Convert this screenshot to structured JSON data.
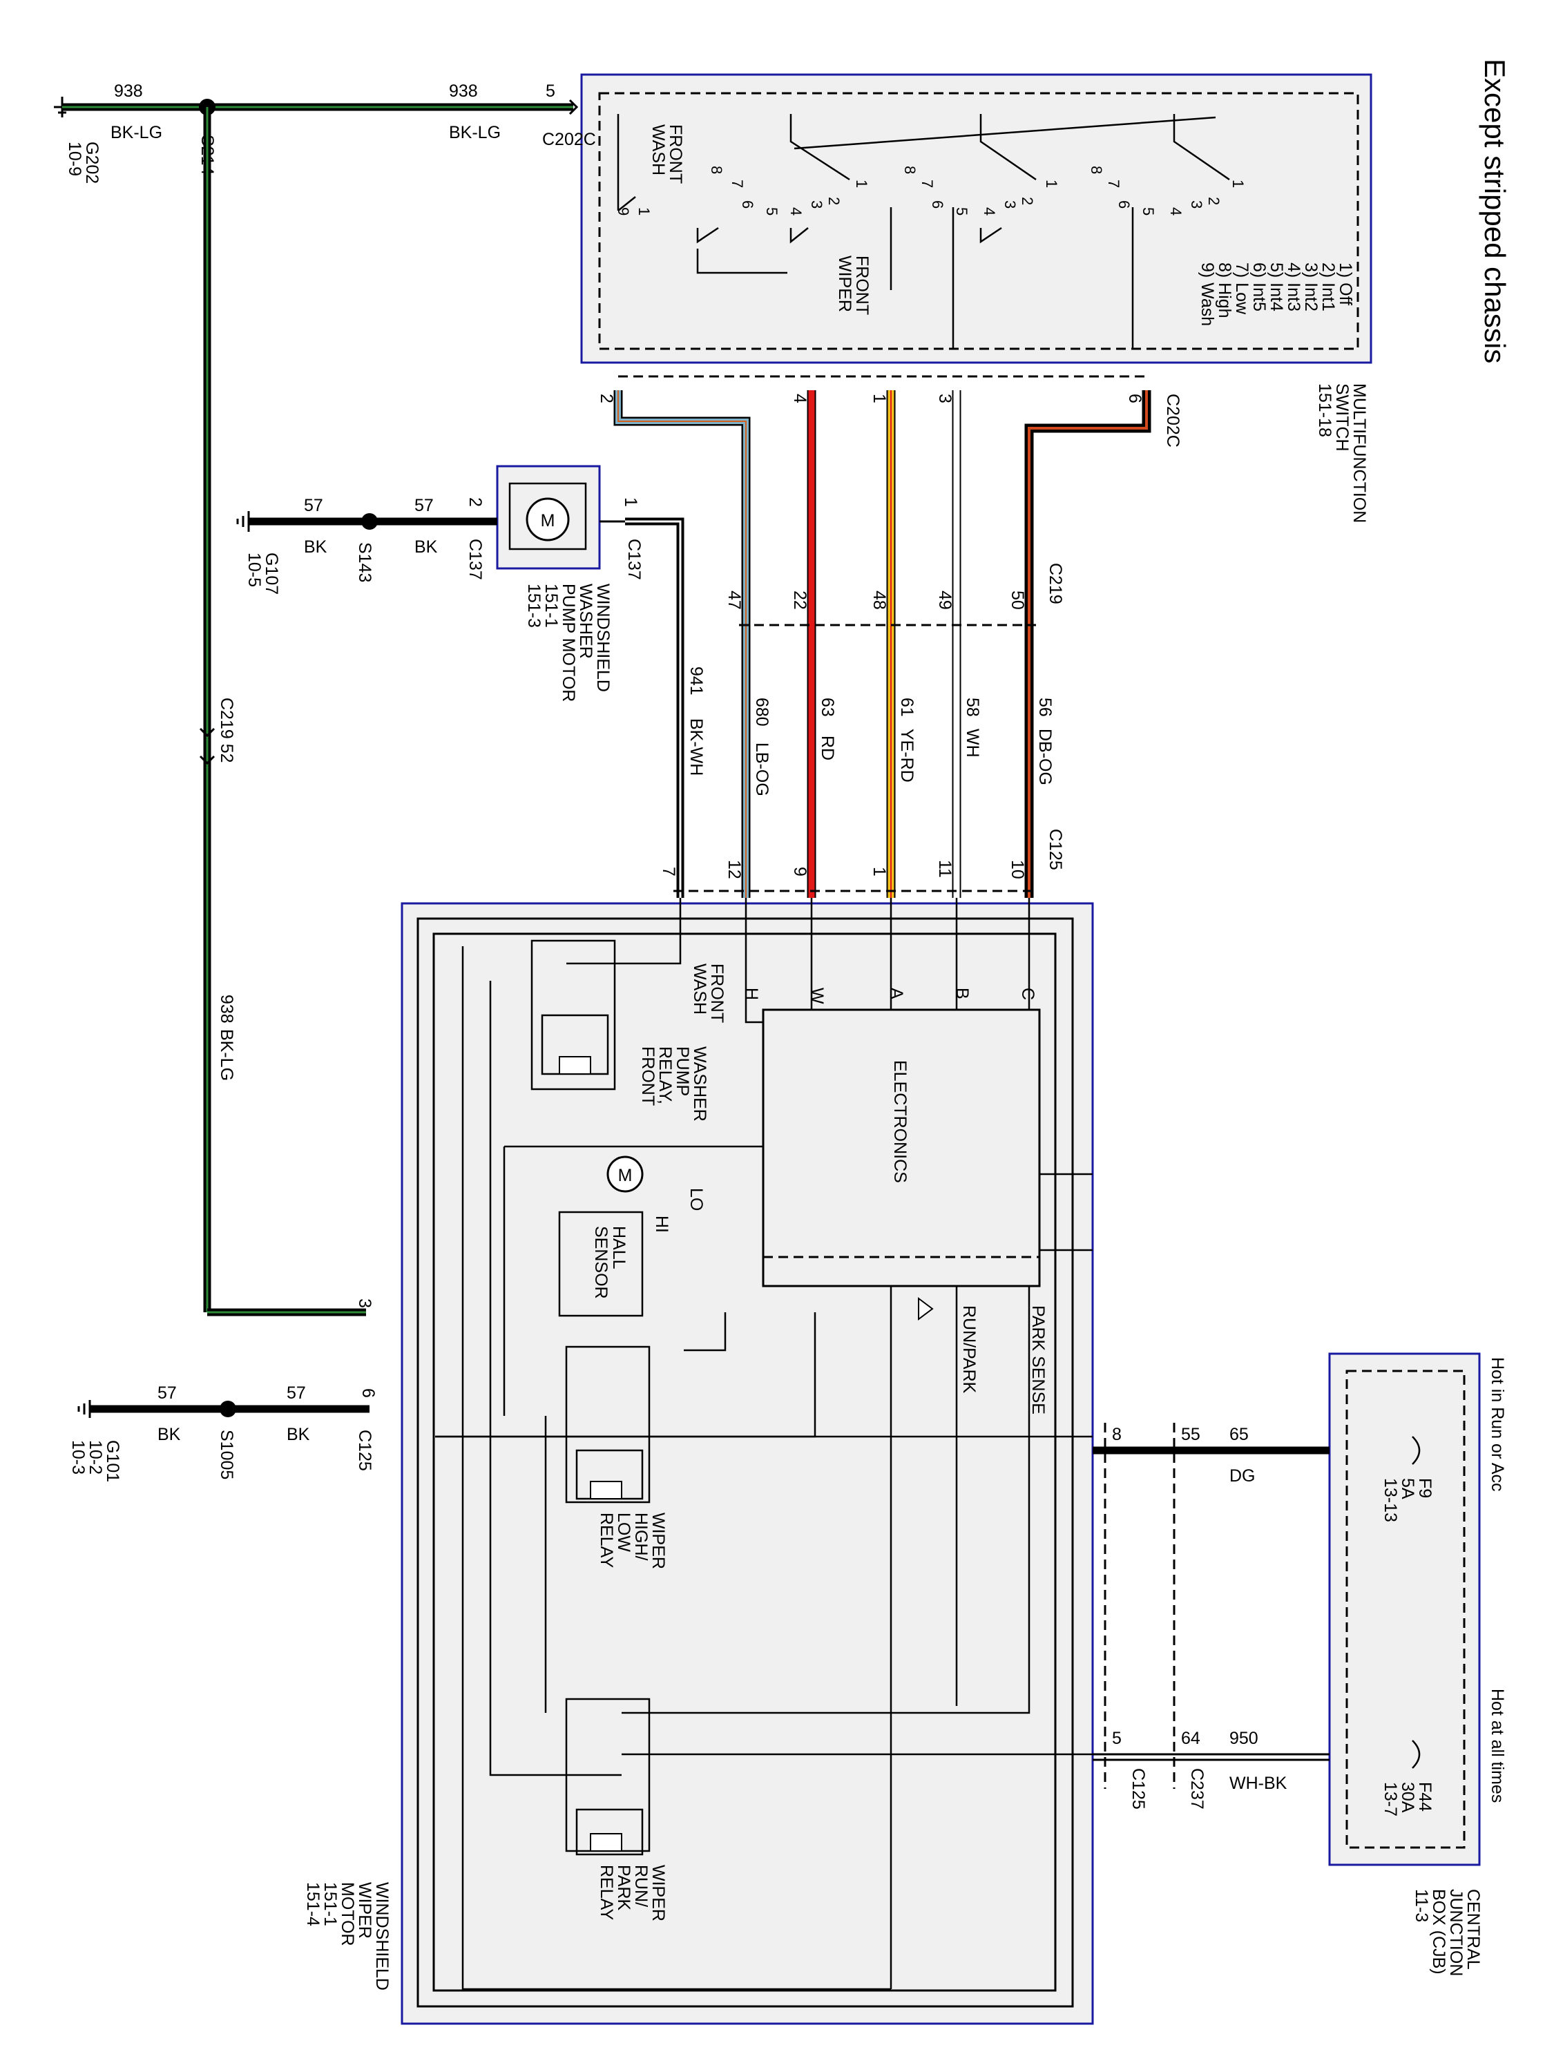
{
  "title": "Except stripped chassis",
  "colors": {
    "module_border": "#1a1aa0",
    "module_fill": "#f0f0f0",
    "BK-LG_stripe": "#2e8b3a",
    "DB-OG_stripe": "#d2491e",
    "LB-OG_base": "#7fb2c8",
    "LB-OG_stripe": "#d2601e",
    "RD": "#e01818",
    "YE-RD_base": "#f2c21a",
    "WH": "#ffffff"
  },
  "components": {
    "multifunction_switch": {
      "name_lines": [
        "MULTIFUNCTION",
        "SWITCH",
        "151-18"
      ],
      "positions": [
        "1) Off",
        "2) Int1",
        "3) Int2",
        "4) Int3",
        "5) Int4",
        "6) Int5",
        "7) Low",
        "8) High",
        "9) Wash"
      ],
      "front_wash": [
        "FRONT",
        "WASH"
      ],
      "front_wiper": [
        "FRONT",
        "WIPER"
      ],
      "contact_numbers": [
        "1",
        "2",
        "3",
        "4",
        "5",
        "6",
        "7",
        "8",
        "9"
      ]
    },
    "washer_pump_motor": {
      "name_lines": [
        "WINDSHIELD",
        "WASHER",
        "PUMP MOTOR",
        "151-1",
        "151-3"
      ],
      "symbol": "M"
    },
    "wiper_motor": {
      "name_lines": [
        "WINDSHIELD",
        "WIPER",
        "MOTOR",
        "151-1",
        "151-4"
      ],
      "electronics": "ELECTRONICS",
      "hall_sensor": [
        "HALL",
        "SENSOR"
      ],
      "motor_symbol": "M",
      "lo": "LO",
      "hi": "HI",
      "run_park": "RUN/PARK",
      "park_sense": "PARK SENSE",
      "pins": [
        "C",
        "B",
        "A",
        "W",
        "H"
      ],
      "front_wash": [
        "FRONT",
        "WASH"
      ],
      "washer_relay": [
        "WASHER",
        "PUMP",
        "RELAY,",
        "FRONT"
      ],
      "hl_relay": [
        "WIPER",
        "HIGH/",
        "LOW",
        "RELAY"
      ],
      "rp_relay": [
        "WIPER",
        "RUN/",
        "PARK",
        "RELAY"
      ]
    },
    "cjb": {
      "name_lines": [
        "CENTRAL",
        "JUNCTION",
        "BOX (CJB)",
        "11-3"
      ],
      "hot_run": "Hot in Run or Acc",
      "hot_all": "Hot at all times",
      "f9": [
        "F9",
        "5A",
        "13-13"
      ],
      "f44": [
        "F44",
        "30A",
        "13-7"
      ]
    }
  },
  "grounds": {
    "g202": [
      "G202",
      "10-9"
    ],
    "g107": [
      "G107",
      "10-5"
    ],
    "g101": [
      "G101",
      "10-2",
      "10-3"
    ]
  },
  "splices": {
    "s214": "S214",
    "s143": "S143",
    "s1005": "S1005"
  },
  "connectors": {
    "c202c": "C202C",
    "c219": "C219",
    "c125": "C125",
    "c137": "C137",
    "c237": "C237",
    "c219_52": "C219  52"
  },
  "pins": {
    "c202c_5": "5",
    "c202c_switch": [
      "2",
      "4",
      "1",
      "3",
      "6"
    ],
    "c219_pins": [
      "47",
      "22",
      "48",
      "49",
      "50"
    ],
    "c125_pins": [
      "12",
      "9",
      "1",
      "11",
      "10"
    ],
    "c125_7": "7",
    "c125_3": "3",
    "c125_6": "6",
    "c125_8": "8",
    "c125_5": "5",
    "c237_55": "55",
    "c237_64": "64",
    "c137_1": "1",
    "c137_2": "2"
  },
  "wires": {
    "w938a": {
      "circuit": "938",
      "color": "BK-LG"
    },
    "w938b": {
      "circuit": "938",
      "color": "BK-LG"
    },
    "w938v": {
      "circuit": "938",
      "color": "BK-LG"
    },
    "w57a": {
      "circuit": "57",
      "color": "BK"
    },
    "w57b": {
      "circuit": "57",
      "color": "BK"
    },
    "w57c": {
      "circuit": "57",
      "color": "BK"
    },
    "w57d": {
      "circuit": "57",
      "color": "BK"
    },
    "w941": {
      "circuit": "941",
      "color": "BK-WH"
    },
    "w680": {
      "circuit": "680",
      "color": "LB-OG"
    },
    "w63": {
      "circuit": "63",
      "color": "RD"
    },
    "w61": {
      "circuit": "61",
      "color": "YE-RD"
    },
    "w58": {
      "circuit": "58",
      "color": "WH"
    },
    "w56": {
      "circuit": "56",
      "color": "DB-OG"
    },
    "w65": {
      "circuit": "65",
      "color": "DG"
    },
    "w950": {
      "circuit": "950",
      "color": "WH-BK"
    }
  }
}
